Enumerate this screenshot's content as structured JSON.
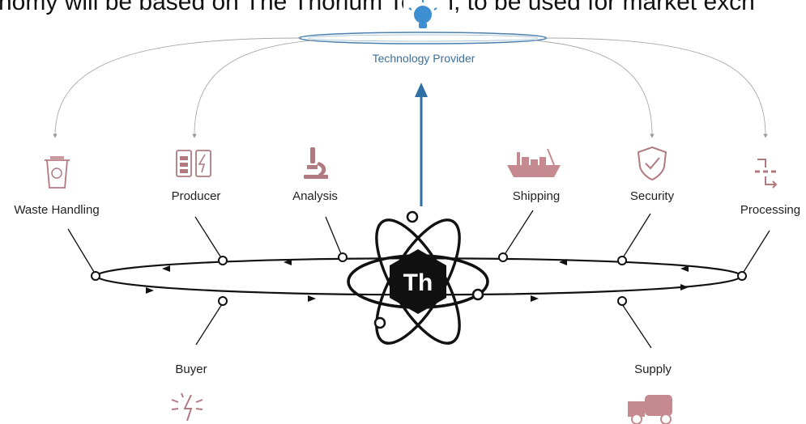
{
  "header_text": "nomy will be based on The Thorium Token, to be used for market exch",
  "provider": {
    "label": "Technology Provider",
    "icon": "lightbulb-icon",
    "color": "#3d8fd1"
  },
  "core": {
    "symbol": "Th",
    "icon": "atom-icon"
  },
  "nodes": {
    "waste_handling": {
      "label": "Waste Handling",
      "icon": "recycle-bin-icon"
    },
    "producer": {
      "label": "Producer",
      "icon": "battery-icon"
    },
    "analysis": {
      "label": "Analysis",
      "icon": "microscope-icon"
    },
    "shipping": {
      "label": "Shipping",
      "icon": "cargo-ship-icon"
    },
    "security": {
      "label": "Security",
      "icon": "shield-check-icon"
    },
    "processing": {
      "label": "Processing",
      "icon": "process-flow-icon"
    },
    "buyer": {
      "label": "Buyer",
      "icon": "energy-icon"
    },
    "supply": {
      "label": "Supply",
      "icon": "truck-icon"
    }
  },
  "icon_color": "#b07a80"
}
